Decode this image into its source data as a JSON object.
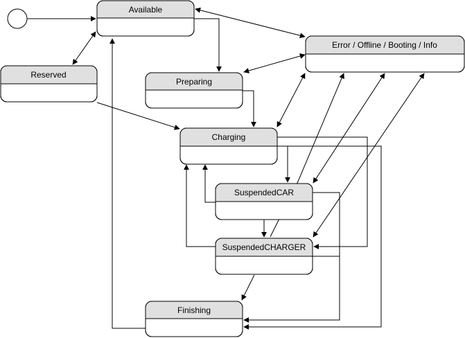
{
  "diagram": {
    "type": "state-machine",
    "states": {
      "available": "Available",
      "reserved": "Reserved",
      "preparing": "Preparing",
      "error": "Error / Offline / Booting / Info",
      "charging": "Charging",
      "suspended_car": "SuspendedCAR",
      "suspended_charger": "SuspendedCHARGER",
      "finishing": "Finishing"
    },
    "transitions": [
      {
        "from": "initial",
        "to": "Available"
      },
      {
        "from": "Available",
        "to": "Reserved",
        "bidirectional": true
      },
      {
        "from": "Available",
        "to": "Preparing"
      },
      {
        "from": "Available",
        "to": "Error / Offline / Booting / Info",
        "bidirectional": true
      },
      {
        "from": "Preparing",
        "to": "Error / Offline / Booting / Info",
        "bidirectional": true
      },
      {
        "from": "Reserved",
        "to": "Charging"
      },
      {
        "from": "Preparing",
        "to": "Charging"
      },
      {
        "from": "Charging",
        "to": "Error / Offline / Booting / Info",
        "bidirectional": true
      },
      {
        "from": "SuspendedCAR",
        "to": "Error / Offline / Booting / Info",
        "bidirectional": true
      },
      {
        "from": "SuspendedCHARGER",
        "to": "Error / Offline / Booting / Info",
        "bidirectional": true
      },
      {
        "from": "SuspendedCHARGER",
        "to": "Error / Offline / Booting / Info"
      },
      {
        "from": "Charging",
        "to": "SuspendedCAR"
      },
      {
        "from": "Charging",
        "to": "SuspendedCHARGER"
      },
      {
        "from": "Charging",
        "to": "Finishing"
      },
      {
        "from": "SuspendedCAR",
        "to": "Charging"
      },
      {
        "from": "SuspendedCAR",
        "to": "SuspendedCHARGER"
      },
      {
        "from": "SuspendedCAR",
        "to": "Finishing"
      },
      {
        "from": "SuspendedCHARGER",
        "to": "Charging"
      },
      {
        "from": "SuspendedCHARGER",
        "to": "Finishing"
      },
      {
        "from": "Finishing",
        "to": "Available"
      }
    ]
  }
}
